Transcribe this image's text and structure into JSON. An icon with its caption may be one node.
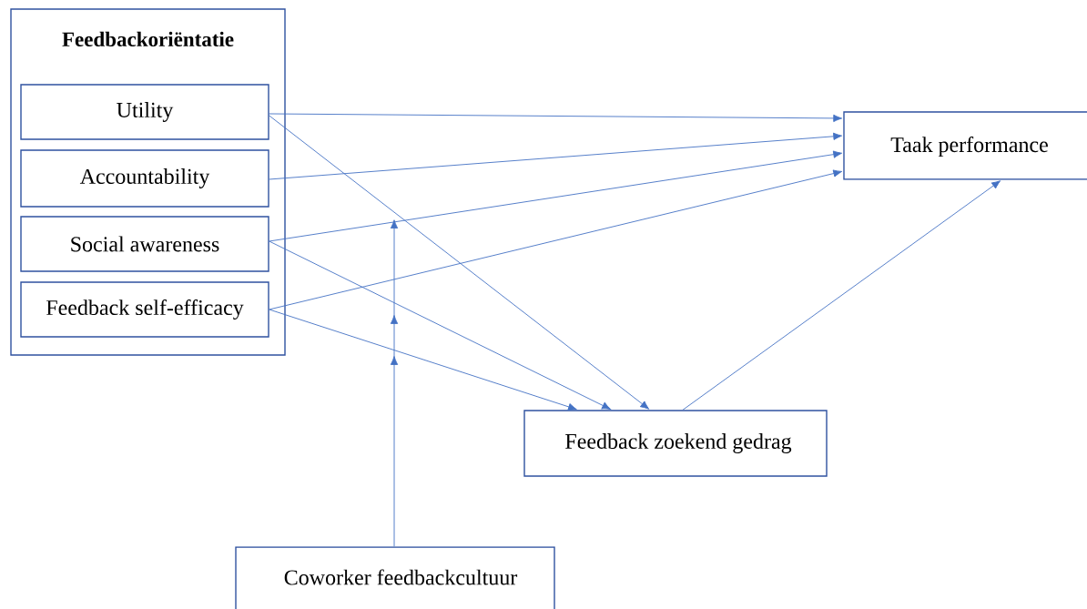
{
  "diagram": {
    "nodes": [
      {
        "text": [
          "Feedbackoriëntatie"
        ]
      },
      {
        "text": [
          "Utility"
        ],
        "in": 0
      },
      {
        "text": [
          "Accountability"
        ],
        "in": 0
      },
      {
        "text": [
          "Social awareness"
        ],
        "in": 0
      },
      {
        "text": [
          "Feedback self-efficacy"
        ],
        "in": 0
      },
      {
        "text": [
          "Taak performance"
        ]
      },
      {
        "text": [
          "Feedback zoekend gedrag"
        ]
      },
      {
        "text": [
          "Coworker feedbackcultuur"
        ]
      }
    ],
    "edges": [
      {
        "from": 1,
        "to": 5,
        "arrow": "to"
      },
      {
        "from": 2,
        "to": 5,
        "arrow": "to"
      },
      {
        "from": 3,
        "to": 5,
        "arrow": "to"
      },
      {
        "from": 4,
        "to": 5,
        "arrow": "to"
      },
      {
        "from": 1,
        "to": 6,
        "arrow": "to"
      },
      {
        "from": 3,
        "to": 6,
        "arrow": "to"
      },
      {
        "from": 4,
        "to": 6,
        "arrow": "to"
      },
      {
        "from": 6,
        "to": 5,
        "arrow": "to"
      },
      {
        "from": 7,
        "to": null,
        "arrow": "to"
      }
    ]
  }
}
